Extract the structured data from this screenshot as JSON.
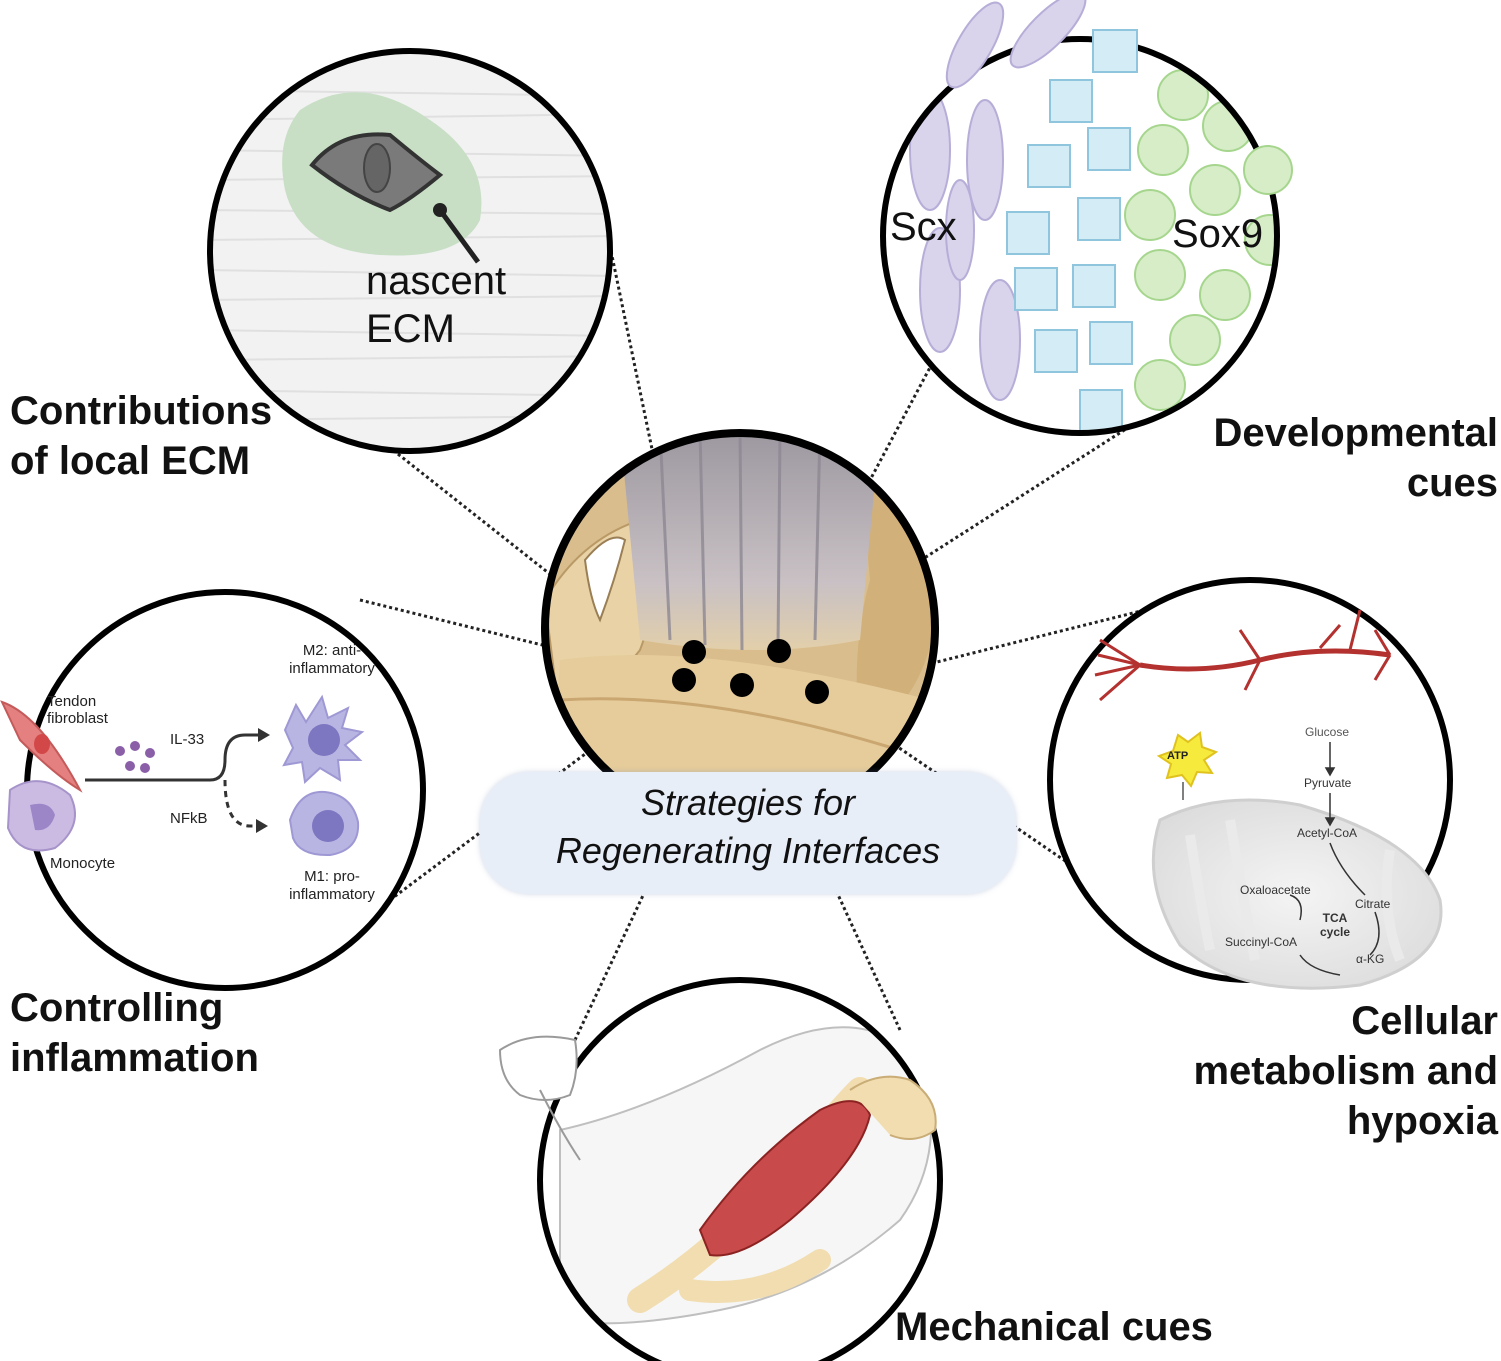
{
  "figure": {
    "center_title_line1": "Strategies for",
    "center_title_line2": "Regenerating Interfaces"
  },
  "panels": {
    "ecm": {
      "heading_line1": "Contributions",
      "heading_line2": "of local ECM",
      "inset_label_line1": "nascent",
      "inset_label_line2": "ECM"
    },
    "developmental": {
      "heading_line1": "Developmental",
      "heading_line2": "cues",
      "marker_left": "Scx",
      "marker_right": "Sox9"
    },
    "inflammation": {
      "heading_line1": "Controlling",
      "heading_line2": "inflammation",
      "cell_fibroblast_line1": "Tendon",
      "cell_fibroblast_line2": "fibroblast",
      "cell_monocyte": "Monocyte",
      "signal_il33": "IL-33",
      "signal_nfkb": "NFkB",
      "m2_line1": "M2: anti-",
      "m2_line2": "inflammatory",
      "m1_line1": "M1: pro-",
      "m1_line2": "inflammatory"
    },
    "metabolism": {
      "heading_line1": "Cellular",
      "heading_line2": "metabolism and",
      "heading_line3": "hypoxia",
      "atp": "ATP",
      "glucose": "Glucose",
      "pyruvate": "Pyruvate",
      "acetyl_coa": "Acetyl-CoA",
      "oxaloacetate": "Oxaloacetate",
      "citrate": "Citrate",
      "tca_line1": "TCA",
      "tca_line2": "cycle",
      "succinyl_coa": "Succinyl-CoA",
      "alpha_kg": "α-KG"
    },
    "mechanical": {
      "heading": "Mechanical cues"
    }
  },
  "colors": {
    "outline": "#000000",
    "ecm_halo": "#c8dfc6",
    "scx_cell": "#d9d3ec",
    "chondrocyte": "#d4ecf5",
    "sox9_cell": "#d6edc8",
    "macrophage": "#b9b5e2",
    "fibroblast": "#e58080",
    "vessel": "#b3312f",
    "atp_star": "#f6ea3c",
    "muscle": "#c94a4a",
    "bone": "#f1ddb0",
    "center_bg": "#e8eef8"
  }
}
